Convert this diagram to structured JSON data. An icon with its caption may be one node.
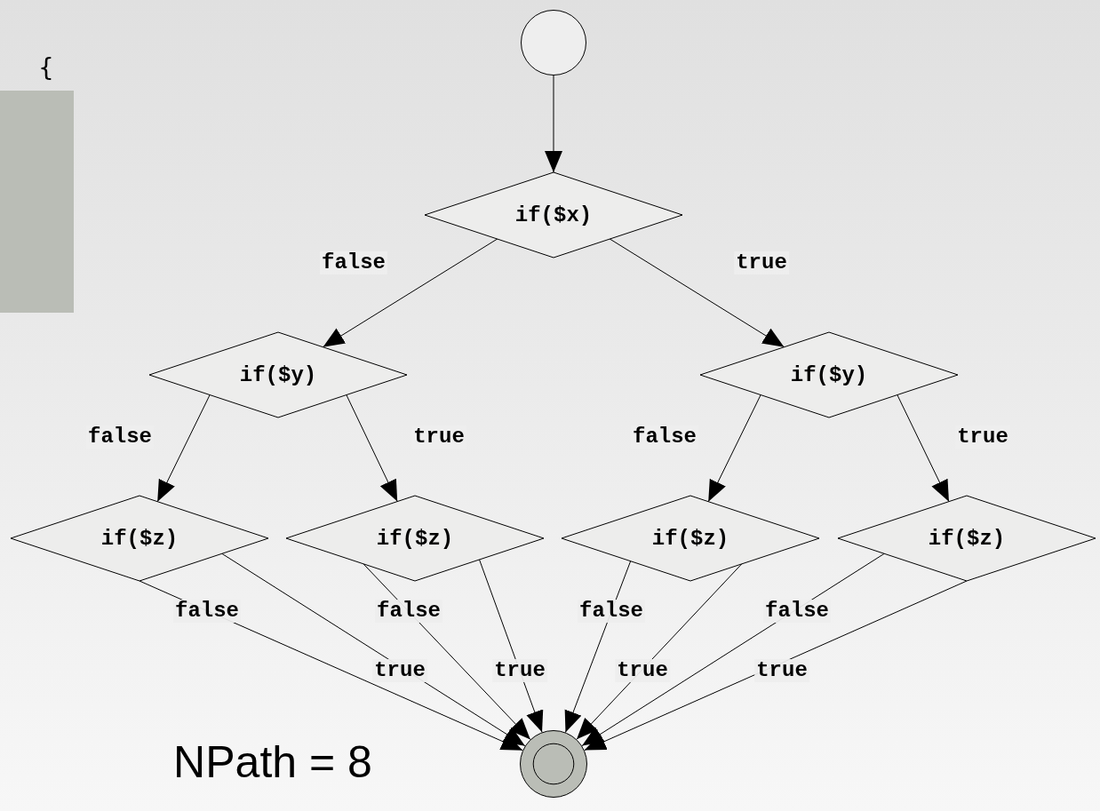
{
  "diagram": {
    "nodes": [
      {
        "text": [],
        "shape": "circle"
      },
      {
        "text": [
          "if($x)"
        ]
      },
      {
        "text": [
          "if($y)"
        ]
      },
      {
        "text": [
          "if($y)"
        ]
      },
      {
        "text": [
          "if($z)"
        ]
      },
      {
        "text": [
          "if($z)"
        ]
      },
      {
        "text": [
          "if($z)"
        ]
      },
      {
        "text": [
          "if($z)"
        ]
      },
      {
        "text": [],
        "shape": "circle"
      },
      {
        "text": [],
        "shape": "bar"
      }
    ],
    "edges": [
      {
        "from": 0,
        "to": 1,
        "arrow": "to"
      },
      {
        "from": 1,
        "to": 2,
        "arrow": "to",
        "label": "false"
      },
      {
        "from": 1,
        "to": 3,
        "arrow": "to",
        "label": "true"
      },
      {
        "from": 2,
        "to": 4,
        "arrow": "to",
        "label": "false"
      },
      {
        "from": 2,
        "to": 5,
        "arrow": "to",
        "label": "true"
      },
      {
        "from": 3,
        "to": 6,
        "arrow": "to",
        "label": "false"
      },
      {
        "from": 3,
        "to": 7,
        "arrow": "to",
        "label": "true"
      },
      {
        "from": 4,
        "to": 8,
        "arrow": "to",
        "label": "false"
      },
      {
        "from": 4,
        "to": 8,
        "arrow": "to",
        "label": "true"
      },
      {
        "from": 5,
        "to": 8,
        "arrow": "to",
        "label": "false"
      },
      {
        "from": 5,
        "to": 8,
        "arrow": "to",
        "label": "true"
      },
      {
        "from": 6,
        "to": 8,
        "arrow": "to",
        "label": "false"
      },
      {
        "from": 6,
        "to": 8,
        "arrow": "to",
        "label": "true"
      },
      {
        "from": 7,
        "to": 8,
        "arrow": "to",
        "label": "false"
      },
      {
        "from": 7,
        "to": 8,
        "arrow": "to",
        "label": "true"
      }
    ],
    "labels": [
      "{",
      "NPath = 8"
    ]
  }
}
